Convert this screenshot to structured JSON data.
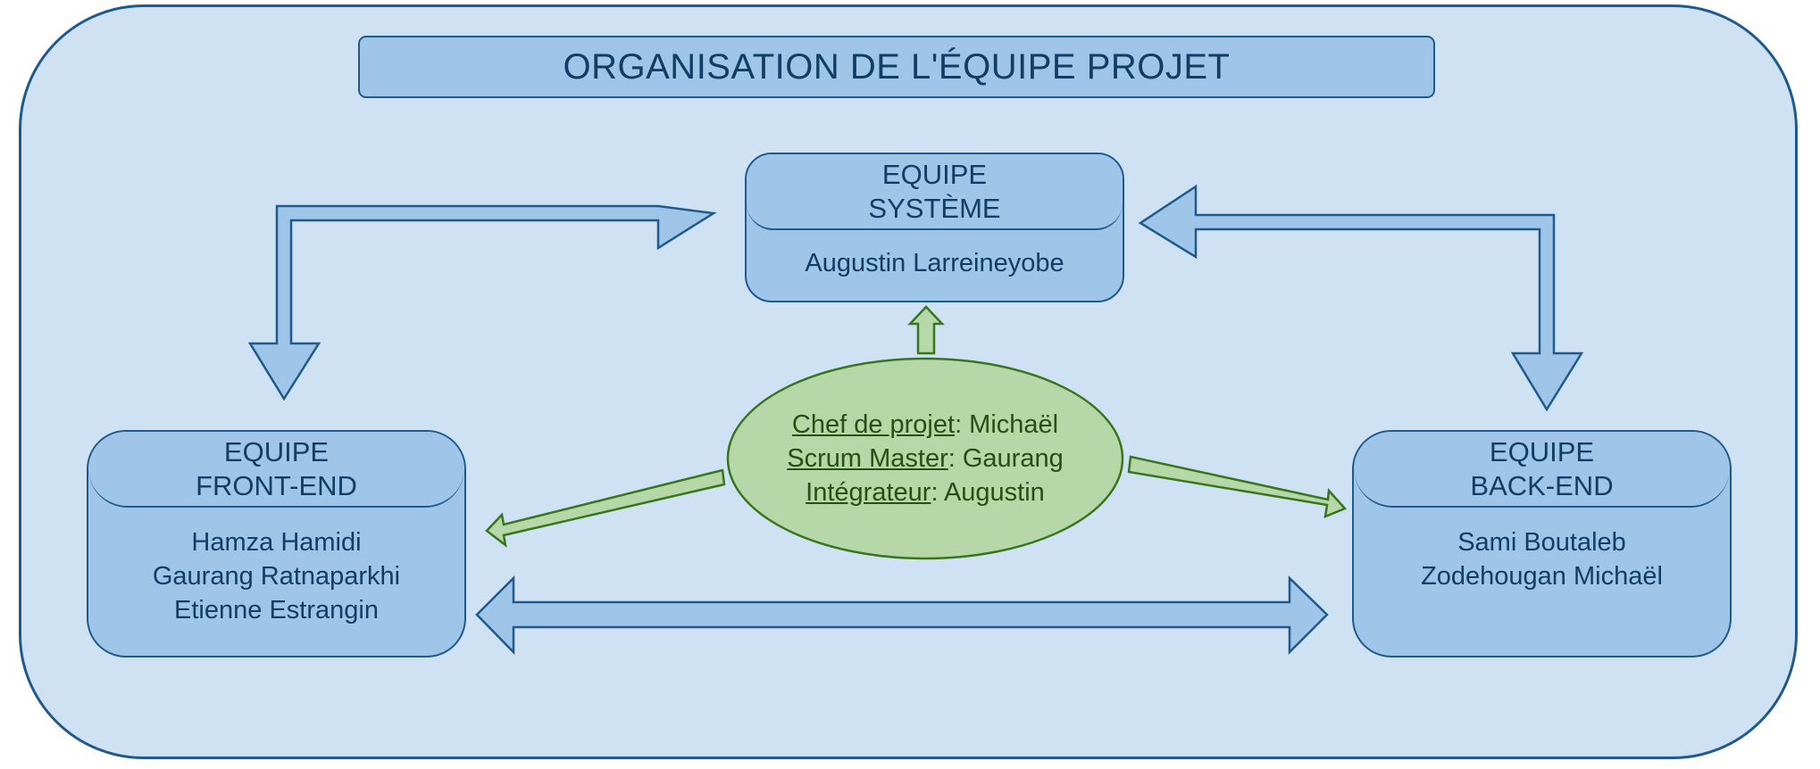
{
  "title": "ORGANISATION DE L'ÉQUIPE PROJET",
  "teams": {
    "system": {
      "label_line1": "EQUIPE",
      "label_line2": "SYSTÈME",
      "members": [
        "Augustin Larreineyobe"
      ]
    },
    "front_end": {
      "label_line1": "EQUIPE",
      "label_line2": "FRONT-END",
      "members": [
        "Hamza Hamidi",
        "Gaurang Ratnaparkhi",
        "Etienne Estrangin"
      ]
    },
    "back_end": {
      "label_line1": "EQUIPE",
      "label_line2": "BACK-END",
      "members": [
        "Sami Boutaleb",
        "Zodehougan Michaël"
      ]
    }
  },
  "coordination": {
    "roles": [
      {
        "role": "Chef de projet",
        "name": ": Michaël"
      },
      {
        "role": "Scrum Master",
        "name": ": Gaurang"
      },
      {
        "role": "Intégrateur",
        "name": ": Augustin"
      }
    ]
  },
  "colors": {
    "frame_fill": "#cfe2f3",
    "box_fill": "#9fc5e8",
    "outline": "#1f5a8e",
    "text": "#123d66",
    "ellipse_fill": "#b6d7a8",
    "ellipse_outline": "#38761d",
    "ellipse_text": "#274e13"
  }
}
